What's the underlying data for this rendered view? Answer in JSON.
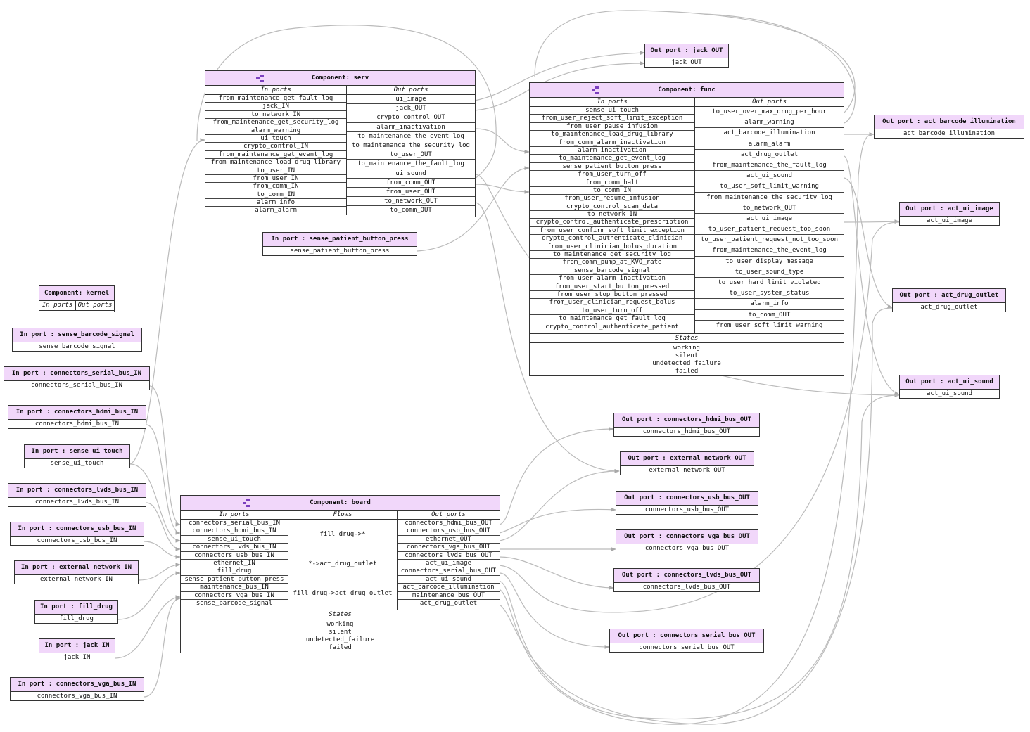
{
  "components": {
    "serv": {
      "title": "Component: serv",
      "in_header": "In ports",
      "out_header": "Out ports",
      "in_ports": [
        "from_maintenance_get_fault_log",
        "jack_IN",
        "to_network_IN",
        "from_maintenance_get_security_log",
        "alarm_warning",
        "ui_touch",
        "crypto_control_IN",
        "from_maintenance_get_event_log",
        "from_maintenance_load_drug_library",
        "to_user_IN",
        "from_user_IN",
        "from_comm_IN",
        "to_comm_IN",
        "alarm_info",
        "alarm_alarm"
      ],
      "out_ports": [
        "ui_image",
        "jack_OUT",
        "crypto_control_OUT",
        "alarm_inactivation",
        "to_maintenance_the_event_log",
        "to_maintenance_the_security_log",
        "to_user_OUT",
        "to_maintenance_the_fault_log",
        "ui_sound",
        "from_comm_OUT",
        "from_user_OUT",
        "to_network_OUT",
        "to_comm_OUT"
      ]
    },
    "func": {
      "title": "Component: func",
      "in_header": "In ports",
      "out_header": "Out ports",
      "states_header": "States",
      "in_ports": [
        "sense_ui_touch",
        "from_user_reject_soft_limit_exception",
        "from_user_pause_infusion",
        "to_maintenance_load_drug_library",
        "from_comm_alarm_inactivation",
        "alarm_inactivation",
        "to_maintenance_get_event_log",
        "sense_patient_button_press",
        "from_user_turn_off",
        "from_comm_halt",
        "to_comm_IN",
        "from_user_resume_infusion",
        "crypto_control_scan_data",
        "to_network_IN",
        "crypto_control_authenticate_prescription",
        "from_user_confirm_soft_limit_exception",
        "crypto_control_authenticate_clinician",
        "from_user_clinician_bolus_duration",
        "to_maintenance_get_security_log",
        "from_comm_pump_at_KVO_rate",
        "sense_barcode_signal",
        "from_user_alarm_inactivation",
        "from_user_start_button_pressed",
        "from_user_stop_button_pressed",
        "from_user_clinician_request_bolus",
        "to_user_turn_off",
        "to_maintenance_get_fault_log",
        "crypto_control_authenticate_patient"
      ],
      "out_ports": [
        "to_user_over_max_drug_per_hour",
        "alarm_warning",
        "act_barcode_illumination",
        "alarm_alarm",
        "act_drug_outlet",
        "from_maintenance_the_fault_log",
        "act_ui_sound",
        "to_user_soft_limit_warning",
        "from_maintenance_the_security_log",
        "to_network_OUT",
        "act_ui_image",
        "to_user_patient_request_too_soon",
        "to_user_patient_request_not_too_soon",
        "from_maintenance_the_event_log",
        "to_user_display_message",
        "to_user_sound_type",
        "to_user_hard_limit_violated",
        "to_user_system_status",
        "alarm_info",
        "to_comm_OUT",
        "from_user_soft_limit_warning"
      ],
      "states": [
        "working",
        "silent",
        "undetected_failure",
        "failed"
      ]
    },
    "kernel": {
      "title": "Component: kernel",
      "in_header": "In ports",
      "out_header": "Out ports"
    },
    "board": {
      "title": "Component: board",
      "in_header": "In ports",
      "flows_header": "Flows",
      "out_header": "Out ports",
      "states_header": "States",
      "in_ports": [
        "connectors_serial_bus_IN",
        "connectors_hdmi_bus_IN",
        "sense_ui_touch",
        "connectors_lvds_bus_IN",
        "connectors_usb_bus_IN",
        "ethernet_IN",
        "fill_drug",
        "sense_patient_button_press",
        "maintenance_bus_IN",
        "connectors_vga_bus_IN",
        "sense_barcode_signal"
      ],
      "flows": [
        "fill_drug->*",
        "*->act_drug_outlet",
        "fill_drug->act_drug_outlet"
      ],
      "out_ports": [
        "connectors_hdmi_bus_OUT",
        "connectors_usb_bus_OUT",
        "ethernet_OUT",
        "connectors_vga_bus_OUT",
        "connectors_lvds_bus_OUT",
        "act_ui_image",
        "connectors_serial_bus_OUT",
        "act_ui_sound",
        "act_barcode_illumination",
        "maintenance_bus_OUT",
        "act_drug_outlet"
      ],
      "states": [
        "working",
        "silent",
        "undetected_failure",
        "failed"
      ]
    }
  },
  "in_ports": [
    {
      "title": "In port : sense_patient_button_press",
      "label": "sense_patient_button_press"
    },
    {
      "title": "In port : sense_barcode_signal",
      "label": "sense_barcode_signal"
    },
    {
      "title": "In port : connectors_serial_bus_IN",
      "label": "connectors_serial_bus_IN"
    },
    {
      "title": "In port : connectors_hdmi_bus_IN",
      "label": "connectors_hdmi_bus_IN"
    },
    {
      "title": "In port : sense_ui_touch",
      "label": "sense_ui_touch"
    },
    {
      "title": "In port : connectors_lvds_bus_IN",
      "label": "connectors_lvds_bus_IN"
    },
    {
      "title": "In port : connectors_usb_bus_IN",
      "label": "connectors_usb_bus_IN"
    },
    {
      "title": "In port : external_network_IN",
      "label": "external_network_IN"
    },
    {
      "title": "In port : fill_drug",
      "label": "fill_drug"
    },
    {
      "title": "In port : jack_IN",
      "label": "jack_IN"
    },
    {
      "title": "In port : connectors_vga_bus_IN",
      "label": "connectors_vga_bus_IN"
    }
  ],
  "out_ports": [
    {
      "title": "Out port : jack_OUT",
      "label": "jack_OUT"
    },
    {
      "title": "Out port : act_barcode_illumination",
      "label": "act_barcode_illumination"
    },
    {
      "title": "Out port : act_ui_image",
      "label": "act_ui_image"
    },
    {
      "title": "Out port : act_drug_outlet",
      "label": "act_drug_outlet"
    },
    {
      "title": "Out port : act_ui_sound",
      "label": "act_ui_sound"
    },
    {
      "title": "Out port : connectors_hdmi_bus_OUT",
      "label": "connectors_hdmi_bus_OUT"
    },
    {
      "title": "Out port : external_network_OUT",
      "label": "external_network_OUT"
    },
    {
      "title": "Out port : connectors_usb_bus_OUT",
      "label": "connectors_usb_bus_OUT"
    },
    {
      "title": "Out port : connectors_vga_bus_OUT",
      "label": "connectors_vga_bus_OUT"
    },
    {
      "title": "Out port : connectors_lvds_bus_OUT",
      "label": "connectors_lvds_bus_OUT"
    },
    {
      "title": "Out port : connectors_serial_bus_OUT",
      "label": "connectors_serial_bus_OUT"
    }
  ],
  "colors": {
    "header_fill": "#f1d7fa",
    "border": "#333333",
    "wire": "#b8b8b8",
    "icon": "#7b3fbf"
  }
}
